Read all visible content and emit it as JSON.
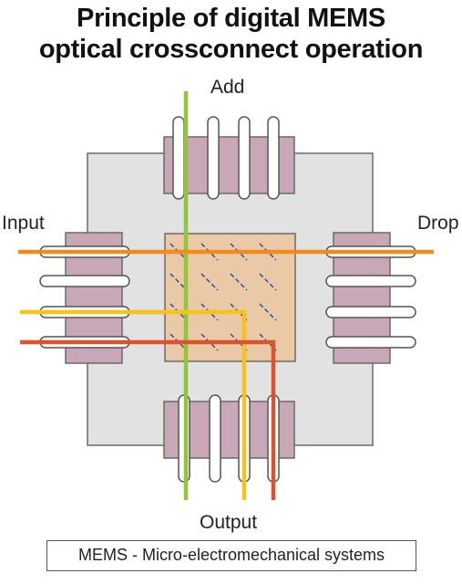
{
  "title": {
    "line1": "Principle of digital MEMS",
    "line2": "optical crossconnect operation"
  },
  "ports": {
    "add": "Add",
    "input": "Input",
    "drop": "Drop",
    "output": "Output"
  },
  "caption": "MEMS - Micro-electromechanical systems",
  "colors": {
    "background": "#ffffff",
    "chip": "#e2e2e2",
    "connector": "#c8a7b7",
    "mirror_array": "#e9c9a6",
    "mirror": "#2a52a8",
    "fiber_add": "#93c43a",
    "fiber_orange": "#f28a1e",
    "fiber_yellow": "#f7c21a",
    "fiber_red": "#d9532e"
  }
}
